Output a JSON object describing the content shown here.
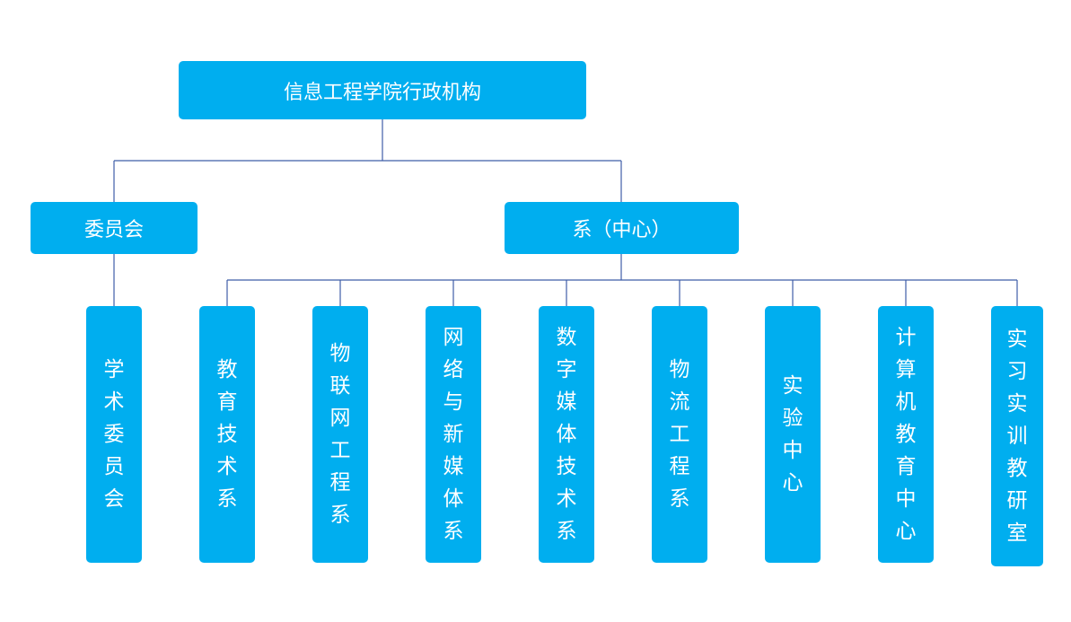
{
  "root": {
    "label": "信息工程学院行政机构"
  },
  "branches": {
    "committee": {
      "label": "委员会"
    },
    "departments": {
      "label": "系（中心）"
    }
  },
  "committee_children": [
    {
      "label": "学术委员会"
    }
  ],
  "department_children": [
    {
      "label": "教育技术系"
    },
    {
      "label": "物联网工程系"
    },
    {
      "label": "网络与新媒体系"
    },
    {
      "label": "数字媒体技术系"
    },
    {
      "label": "物流工程系"
    },
    {
      "label": "实验中心"
    },
    {
      "label": "计算机教育中心"
    },
    {
      "label": "实习实训教研室"
    }
  ],
  "colors": {
    "box": "#00aeef",
    "text": "#ffffff",
    "line": "#3f5ea8"
  }
}
